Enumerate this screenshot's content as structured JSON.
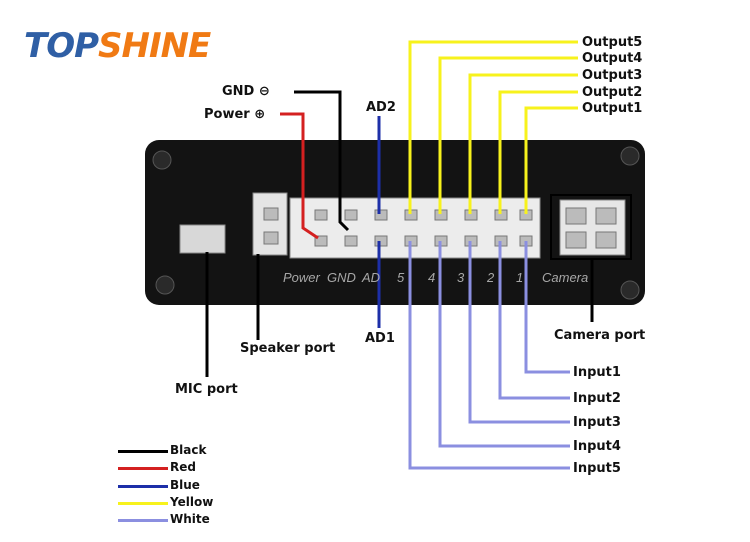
{
  "logo": {
    "part1": "TOP",
    "part2": "SHINE"
  },
  "labels": {
    "gnd": "GND ⊖",
    "power": "Power ⊕",
    "ad2": "AD2",
    "ad1": "AD1",
    "speaker_port": "Speaker port",
    "mic_port": "MIC port",
    "camera_port": "Camera port",
    "outputs": [
      "Output5",
      "Output4",
      "Output3",
      "Output2",
      "Output1"
    ],
    "inputs": [
      "Input1",
      "Input2",
      "Input3",
      "Input4",
      "Input5"
    ]
  },
  "device_strip": {
    "power": "Power",
    "gnd": "GND",
    "ad": "AD",
    "pins": [
      "5",
      "4",
      "3",
      "2",
      "1"
    ],
    "camera": "Camera"
  },
  "legend": [
    {
      "label": "Black",
      "color": "#000000"
    },
    {
      "label": "Red",
      "color": "#d42020"
    },
    {
      "label": "Blue",
      "color": "#1d2fa8"
    },
    {
      "label": "Yellow",
      "color": "#f7f21c"
    },
    {
      "label": "White",
      "color": "#8b8fe0"
    }
  ]
}
